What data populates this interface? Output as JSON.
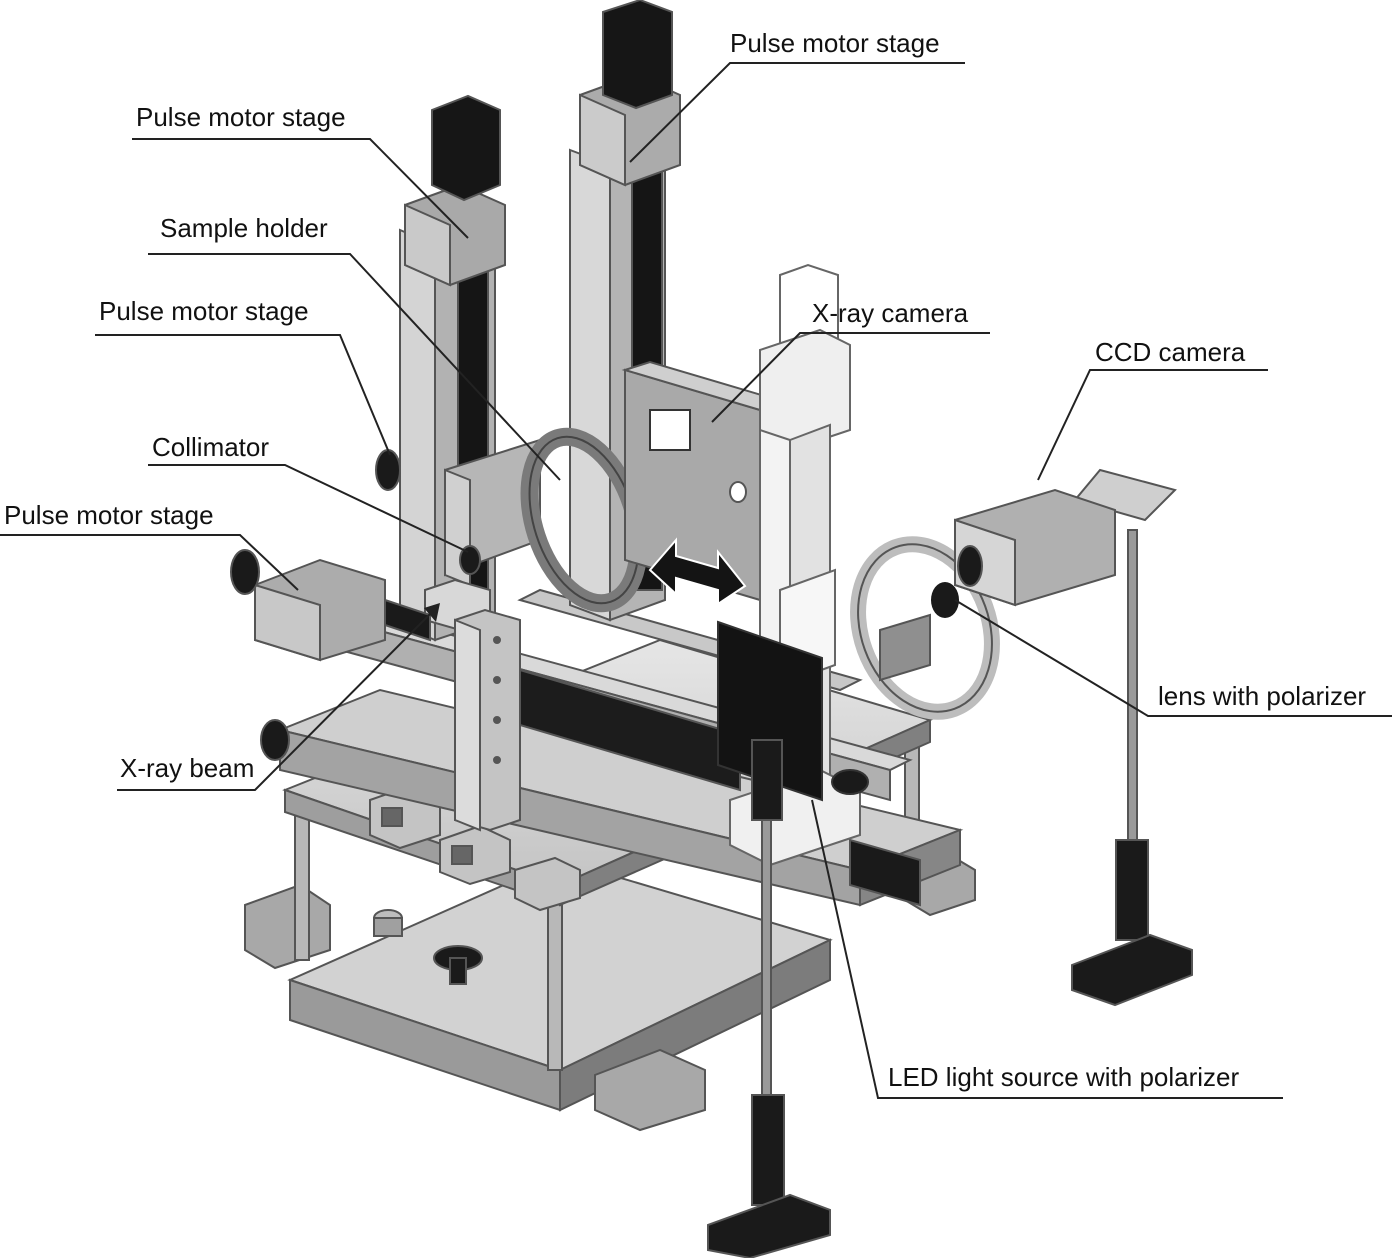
{
  "labels": {
    "pulse_motor_stage_top_right": "Pulse motor stage",
    "pulse_motor_stage_top_left": "Pulse motor stage",
    "sample_holder": "Sample holder",
    "pulse_motor_stage_middle_left": "Pulse motor stage",
    "x_ray_camera": "X-ray camera",
    "ccd_camera": "CCD camera",
    "collimator": "Collimator",
    "pulse_motor_stage_lower_left": "Pulse motor stage",
    "lens_with_polarizer": "lens with polarizer",
    "x_ray_beam": "X-ray beam",
    "led_light_source_with_polarizer": "LED light source with polarizer"
  },
  "colors": {
    "background": "#ffffff",
    "frame_light": "#d6d6d6",
    "frame_mid": "#a9a9a9",
    "frame_dark": "#6e6e6e",
    "motor_black": "#1a1a1a",
    "leader_line": "#222222"
  }
}
